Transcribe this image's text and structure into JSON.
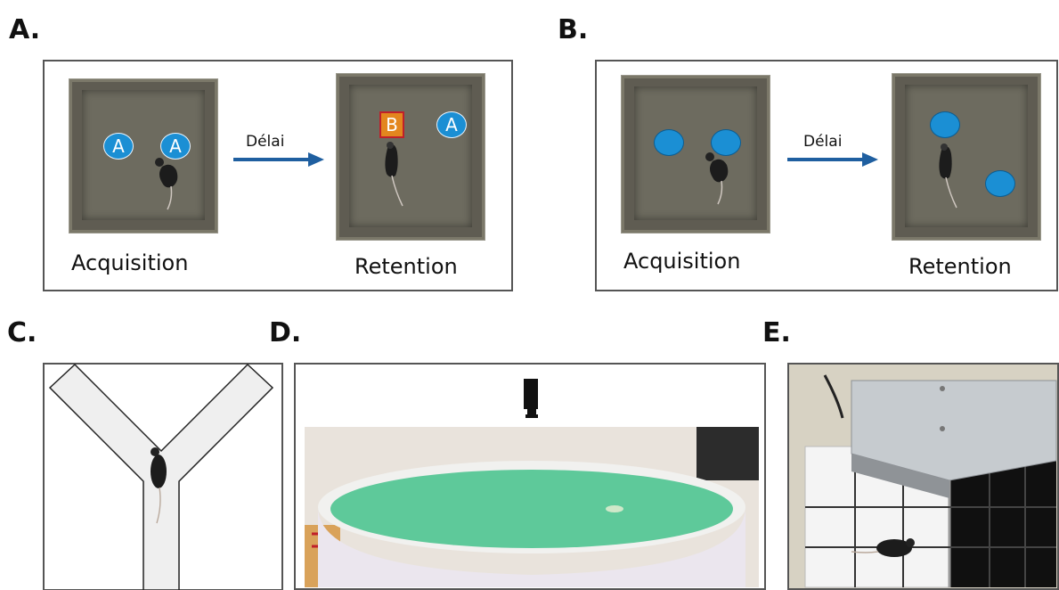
{
  "panels": {
    "a": {
      "label": "A.",
      "left_caption": "Acquisition",
      "right_caption": "Retention",
      "delay_label": "Délai",
      "obj_left": "A",
      "obj_right": "A",
      "obj_novel": "B",
      "obj_familiar": "A"
    },
    "b": {
      "label": "B.",
      "left_caption": "Acquisition",
      "right_caption": "Retention",
      "delay_label": "Délai"
    },
    "c": {
      "label": "C."
    },
    "d": {
      "label": "D."
    },
    "e": {
      "label": "E."
    }
  },
  "colors": {
    "arrow": "#1f5fa0",
    "object_blue": "#1b8fd4",
    "object_orange": "#e3861e",
    "object_red_border": "#c0202a",
    "water": "#5ec99a"
  },
  "icons": [
    "camera-icon",
    "arrow-right-icon",
    "mouse-icon"
  ]
}
